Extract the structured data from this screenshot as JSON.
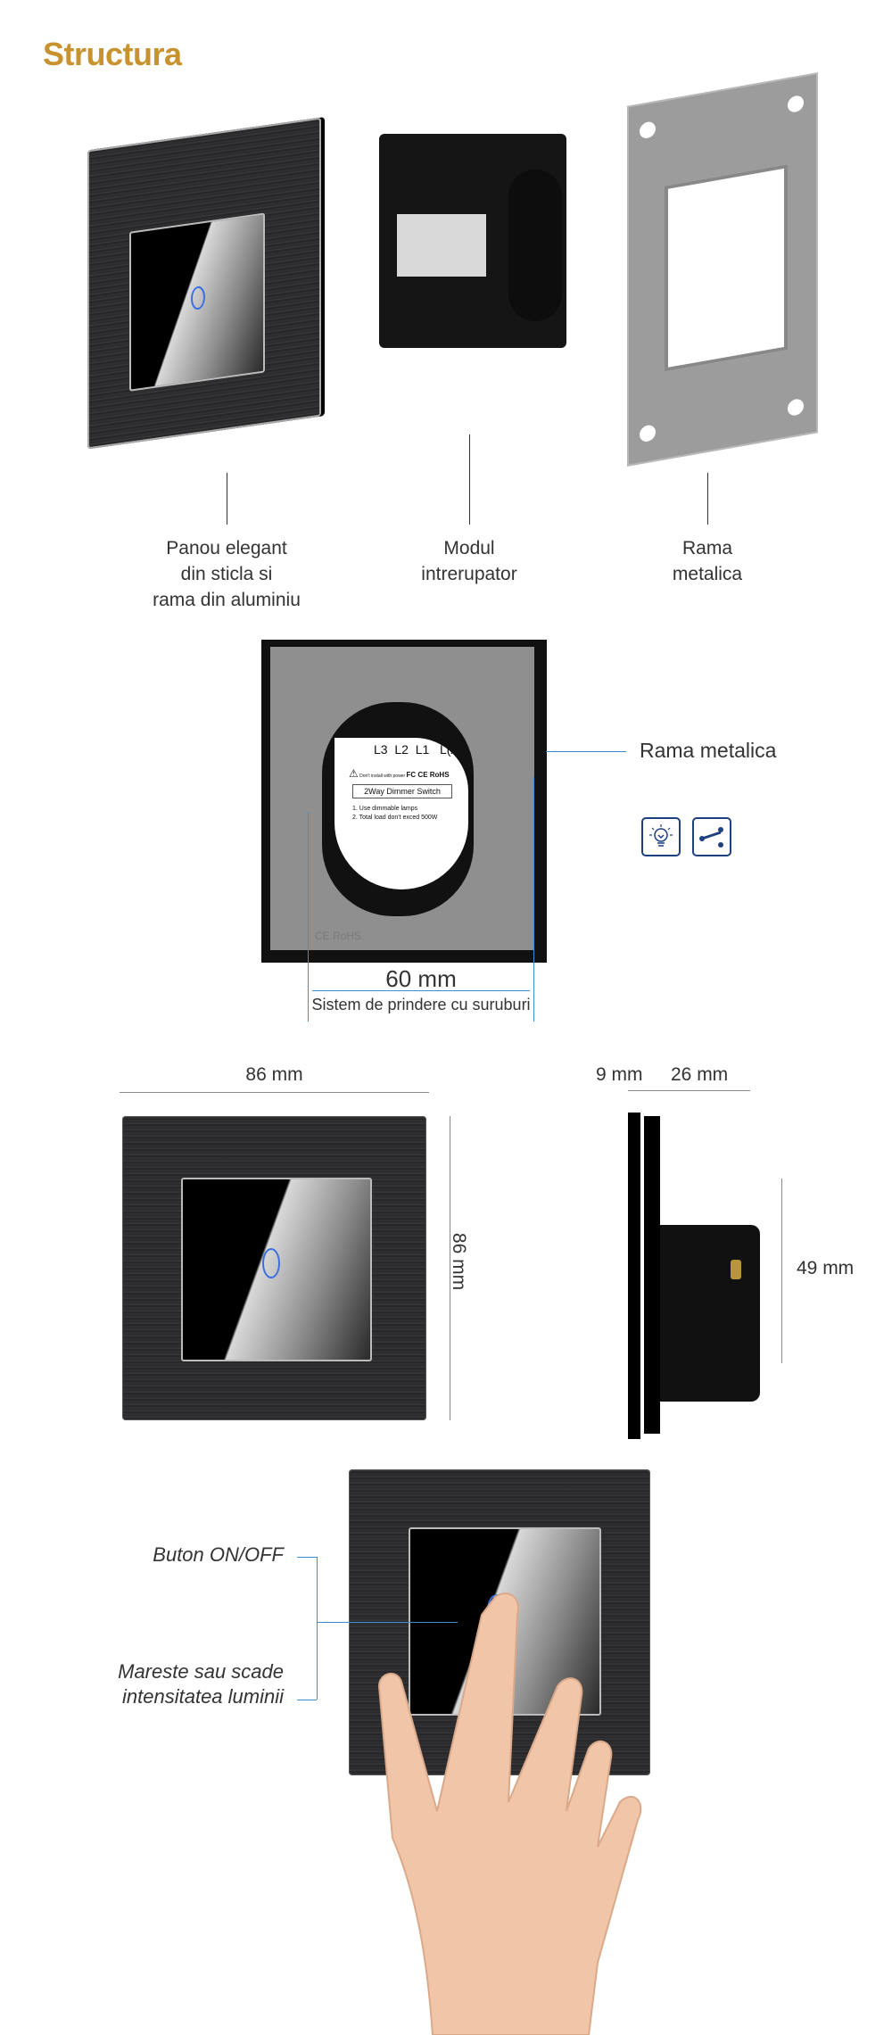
{
  "title": "Structura",
  "structure": {
    "labels": [
      [
        "Panou elegant",
        "din sticla si",
        "rama din aluminiu"
      ],
      [
        "Modul",
        "intrerupator"
      ],
      [
        "Rama",
        "metalica"
      ]
    ]
  },
  "back_view": {
    "frame_label": "Rama metalica",
    "terminals": [
      "L3",
      "L2",
      "L1",
      "L(A)"
    ],
    "warning": "Don't install with power",
    "certs": "FC CE RoHS",
    "model": "2Way Dimmer Switch",
    "notes": [
      "1. Use dimmable lamps",
      "2. Total load don't exced 500W"
    ],
    "frame_marking": "CE RoHS",
    "spacing": "60 mm",
    "spacing_caption": "Sistem de prindere cu suruburi",
    "icons": [
      "dimmable-bulb-icon",
      "two-way-switch-icon"
    ]
  },
  "dimensions": {
    "width": "86 mm",
    "height": "86 mm",
    "front_depth": "9 mm",
    "back_depth": "26 mm",
    "module_height": "49 mm"
  },
  "usage": {
    "button_label": "Buton ON/OFF",
    "dimming_label_1": "Mareste sau scade",
    "dimming_label_2": "intensitatea luminii"
  },
  "colors": {
    "title": "#c8922e",
    "accent_blue": "#3b8fd0",
    "ring": "#3b6fe0"
  }
}
